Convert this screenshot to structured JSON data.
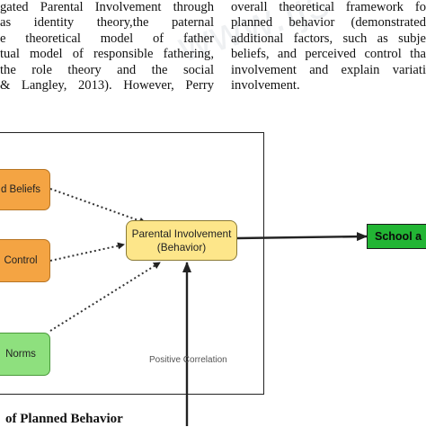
{
  "left_column": {
    "lines": [
      "gated Parental Involvement through",
      "as identity theory,the paternal",
      "e theoretical model of father",
      "tual model of responsible fathering,",
      "the role theory and the social",
      "& Langley, 2013). However, Perry"
    ]
  },
  "right_column": {
    "lines": [
      "overall theoretical framework fo",
      "planned behavior (demonstrated",
      "additional factors, such as subje",
      "beliefs, and perceived control tha",
      "involvement and explain variati",
      "involvement."
    ]
  },
  "watermark": "www.ijs",
  "diagram": {
    "boxes": {
      "beliefs": "d Beliefs",
      "control": "Control",
      "norms": "Norms",
      "parental_involvement_line1": "Parental Involvement",
      "parental_involvement_line2": "(Behavior)",
      "school": "School a"
    },
    "correlation_label": "Positive Correlation",
    "colors": {
      "orange_box": "#f4a443",
      "green_box": "#8ee07e",
      "yellow_box": "#fde68a",
      "school_box": "#22b534"
    }
  },
  "caption": "of Planned Behavior"
}
